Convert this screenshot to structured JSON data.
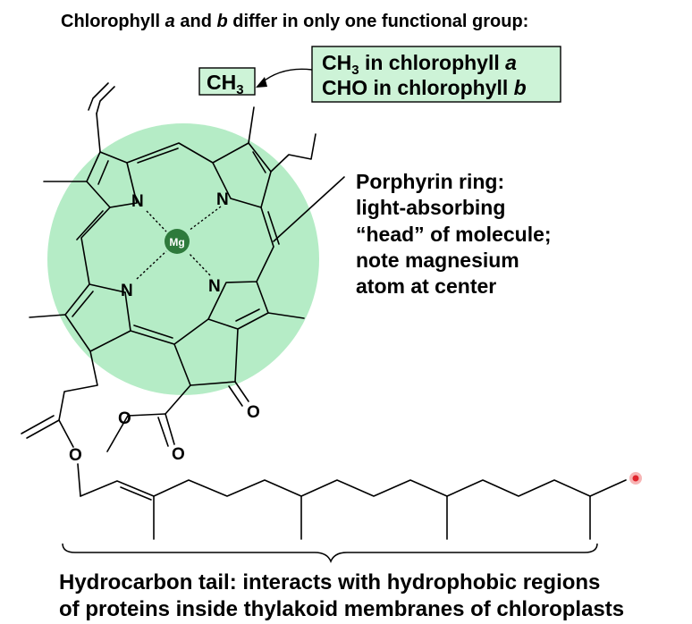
{
  "heading": {
    "part1": "Chlorophyll ",
    "a": "a",
    "part2": " and ",
    "b": "b",
    "part3": " differ in only one functional group:"
  },
  "group_box": {
    "ch": "CH",
    "sub": "3"
  },
  "difference_box": {
    "line1_ch": "CH",
    "line1_sub": "3",
    "line1_rest": " in chlorophyll ",
    "line1_letter": "a",
    "line2_main": "CHO in chlorophyll ",
    "line2_letter": "b"
  },
  "atoms": {
    "n1": "N",
    "n2": "N",
    "n3": "N",
    "n4": "N",
    "mg": "Mg",
    "o_ketone": "O",
    "o_ester": "O",
    "o_carbonyl": "O",
    "o_ester_tail": "O"
  },
  "porphyrin_callout": [
    "Porphyrin ring:",
    "light-absorbing",
    "“head” of molecule;",
    "note magnesium",
    "atom at center"
  ],
  "tail_caption": [
    "Hydrocarbon tail: interacts with hydrophobic regions",
    "of proteins inside thylakoid membranes of chloroplasts"
  ],
  "colors": {
    "head_fill": "#b5ecc6",
    "box_fill": "#cdf3d7",
    "mg_fill": "#2e7a3c",
    "marker": "#e0242c"
  }
}
